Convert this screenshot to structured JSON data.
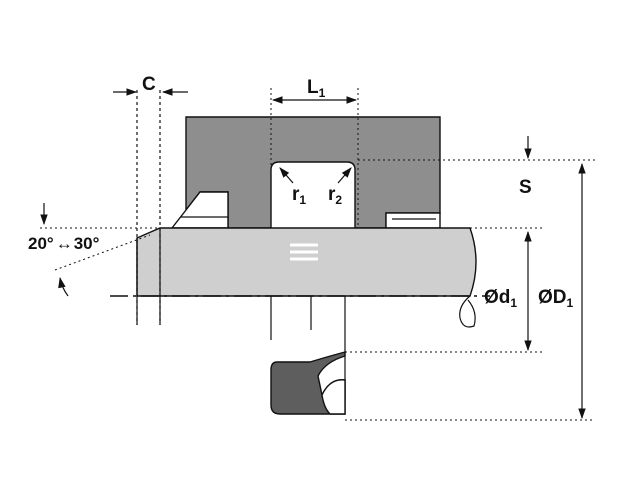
{
  "labels": {
    "c": "C",
    "l": "L",
    "l_sub": "1",
    "r1": "r",
    "r1_sub": "1",
    "r2": "r",
    "r2_sub": "2",
    "s": "S",
    "angle_a": "20°",
    "angle_arrow": "↔",
    "angle_b": "30°",
    "d_small": "Ød",
    "d_small_sub": "1",
    "d_big": "ØD",
    "d_big_sub": "1"
  },
  "colors": {
    "housing": "#8e8e8e",
    "rod": "#cfcfcf",
    "seal": "#5e5e5e",
    "line": "#111111"
  }
}
